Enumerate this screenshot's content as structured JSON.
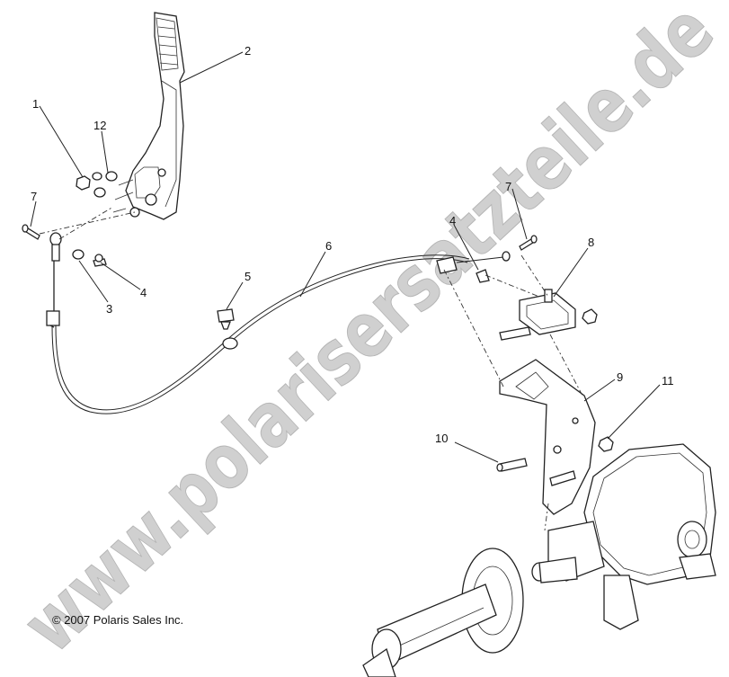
{
  "diagram": {
    "callouts": [
      {
        "id": "c1",
        "label": "1"
      },
      {
        "id": "c2",
        "label": "2"
      },
      {
        "id": "c3",
        "label": "3"
      },
      {
        "id": "c4a",
        "label": "4"
      },
      {
        "id": "c4b",
        "label": "4"
      },
      {
        "id": "c5",
        "label": "5"
      },
      {
        "id": "c6",
        "label": "6"
      },
      {
        "id": "c7a",
        "label": "7"
      },
      {
        "id": "c7b",
        "label": "7"
      },
      {
        "id": "c8",
        "label": "8"
      },
      {
        "id": "c9",
        "label": "9"
      },
      {
        "id": "c10",
        "label": "10"
      },
      {
        "id": "c11",
        "label": "11"
      },
      {
        "id": "c12",
        "label": "12"
      }
    ],
    "copyright": "© 2007 Polaris Sales Inc.",
    "watermark": "www.polarisersatzteile.de"
  }
}
